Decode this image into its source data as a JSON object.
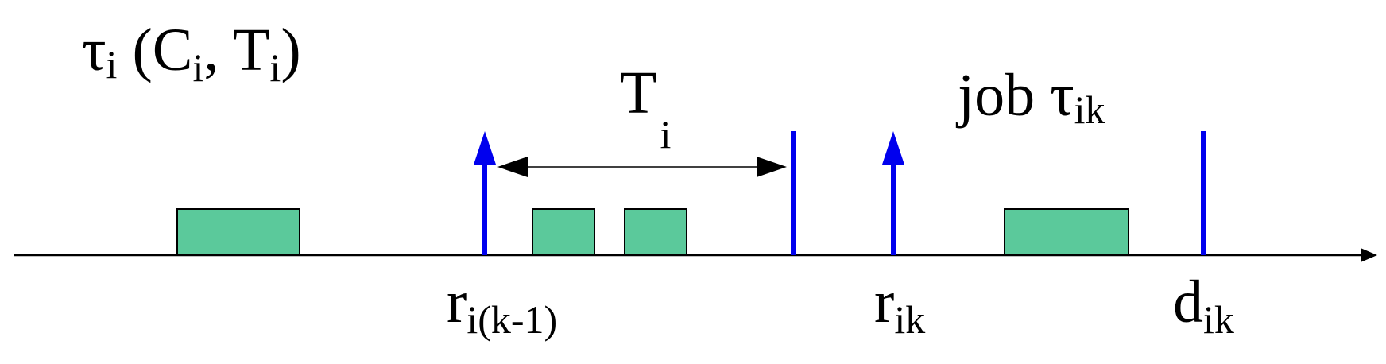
{
  "task_label": {
    "tau": "τ",
    "tau_sub": "i",
    "open": " (C",
    "c_sub": "i",
    "comma": ", T",
    "t_sub": "i",
    "close": ")"
  },
  "period_label": {
    "main": "T",
    "sub": "i"
  },
  "job_label": {
    "prefix": "job τ",
    "sub": "ik"
  },
  "event_labels": {
    "r_prev": {
      "main": "r",
      "sub": "i(k-1)"
    },
    "r_curr": {
      "main": "r",
      "sub": "ik"
    },
    "deadline": {
      "main": "d",
      "sub": "ik"
    }
  },
  "colors": {
    "job_block": "#5bc99b",
    "release_arrow": "#0000ee",
    "deadline_line": "#0000ee",
    "axis": "#000000"
  }
}
